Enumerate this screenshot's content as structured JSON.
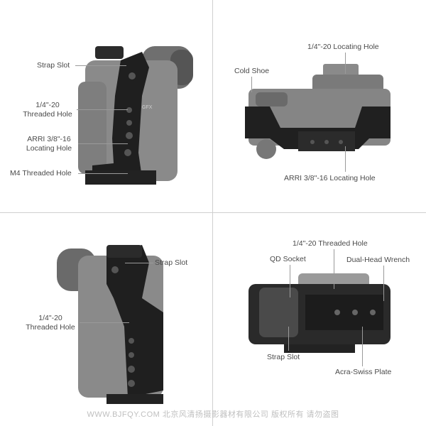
{
  "panel_top_left": {
    "labels": {
      "strap_slot": "Strap Slot",
      "threaded_hole": "1/4\"-20\nThreaded Hole",
      "arri_locating": "ARRI 3/8\"-16\nLocating Hole",
      "m4": "M4 Threaded Hole"
    },
    "brand_mark": "GFX"
  },
  "panel_top_right": {
    "labels": {
      "locating_hole": "1/4\"-20 Locating Hole",
      "cold_shoe": "Cold Shoe",
      "arri_locating": "ARRI 3/8\"-16 Locating Hole"
    }
  },
  "panel_bottom_left": {
    "labels": {
      "strap_slot": "Strap Slot",
      "threaded_hole": "1/4\"-20\nThreaded Hole"
    }
  },
  "panel_bottom_right": {
    "labels": {
      "threaded_hole": "1/4\"-20 Threaded Hole",
      "qd_socket": "QD Socket",
      "dual_head_wrench": "Dual-Head Wrench",
      "strap_slot": "Strap Slot",
      "acra_swiss": "Acra-Swiss Plate"
    }
  },
  "watermark": "WWW.BJFQY.COM 北京风清扬摄影器材有限公司 版权所有 请勿盗图"
}
